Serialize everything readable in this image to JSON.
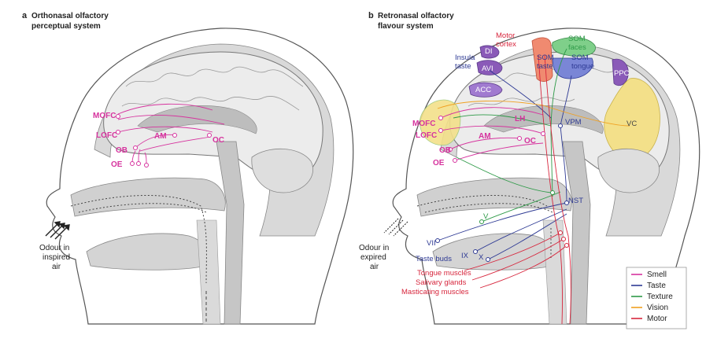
{
  "panel_a": {
    "letter": "a",
    "title_line1": "Orthonasal olfactory",
    "title_line2": "perceptual system",
    "labels": {
      "mofc": "MOFC",
      "lofc": "LOFC",
      "ob": "OB",
      "oe": "OE",
      "am": "AM",
      "oc": "OC"
    },
    "air_line1": "Odour in",
    "air_line2": "inspired",
    "air_line3": "air"
  },
  "panel_b": {
    "letter": "b",
    "title_line1": "Retronasal olfactory",
    "title_line2": "flavour system",
    "labels": {
      "motor_1": "Motor",
      "motor_2": "cortex",
      "som_faces_1": "SOM",
      "som_faces_2": "faces",
      "insula_1": "Insula",
      "insula_2": "taste",
      "di": "DI",
      "avi": "AVI",
      "som_taste_1": "SOM",
      "som_taste_2": "taste",
      "som_tongue_1": "SOM",
      "som_tongue_2": "tongue",
      "ppc": "PPC",
      "acc": "ACC",
      "mofc": "MOFC",
      "lofc": "LOFC",
      "lh": "LH",
      "am": "AM",
      "oc": "OC",
      "ob": "OB",
      "oe": "OE",
      "vpm": "VPM",
      "vc": "VC",
      "nst": "NST",
      "v": "V",
      "vii": "VII",
      "ix": "IX",
      "x": "X",
      "taste_buds": "Taste buds",
      "tongue_muscles": "Tongue muscles",
      "salivary_glands": "Salivary glands",
      "masticating_muscles": "Masticating muscles"
    },
    "air_line1": "Odour in",
    "air_line2": "expired",
    "air_line3": "air"
  },
  "legend": [
    {
      "label": "Smell",
      "color": "#d6339e"
    },
    {
      "label": "Taste",
      "color": "#2e3a94"
    },
    {
      "label": "Texture",
      "color": "#2e9a48"
    },
    {
      "label": "Vision",
      "color": "#f0a020"
    },
    {
      "label": "Motor",
      "color": "#d7263d"
    }
  ],
  "colors": {
    "smell": "#d6339e",
    "taste": "#2e3a94",
    "texture": "#2e9a48",
    "vision": "#f0a020",
    "motor": "#d7263d",
    "brain": "#e6e6e6",
    "tissue": "#cfcfcf",
    "skin": "#ffffff",
    "outline": "#555555"
  }
}
